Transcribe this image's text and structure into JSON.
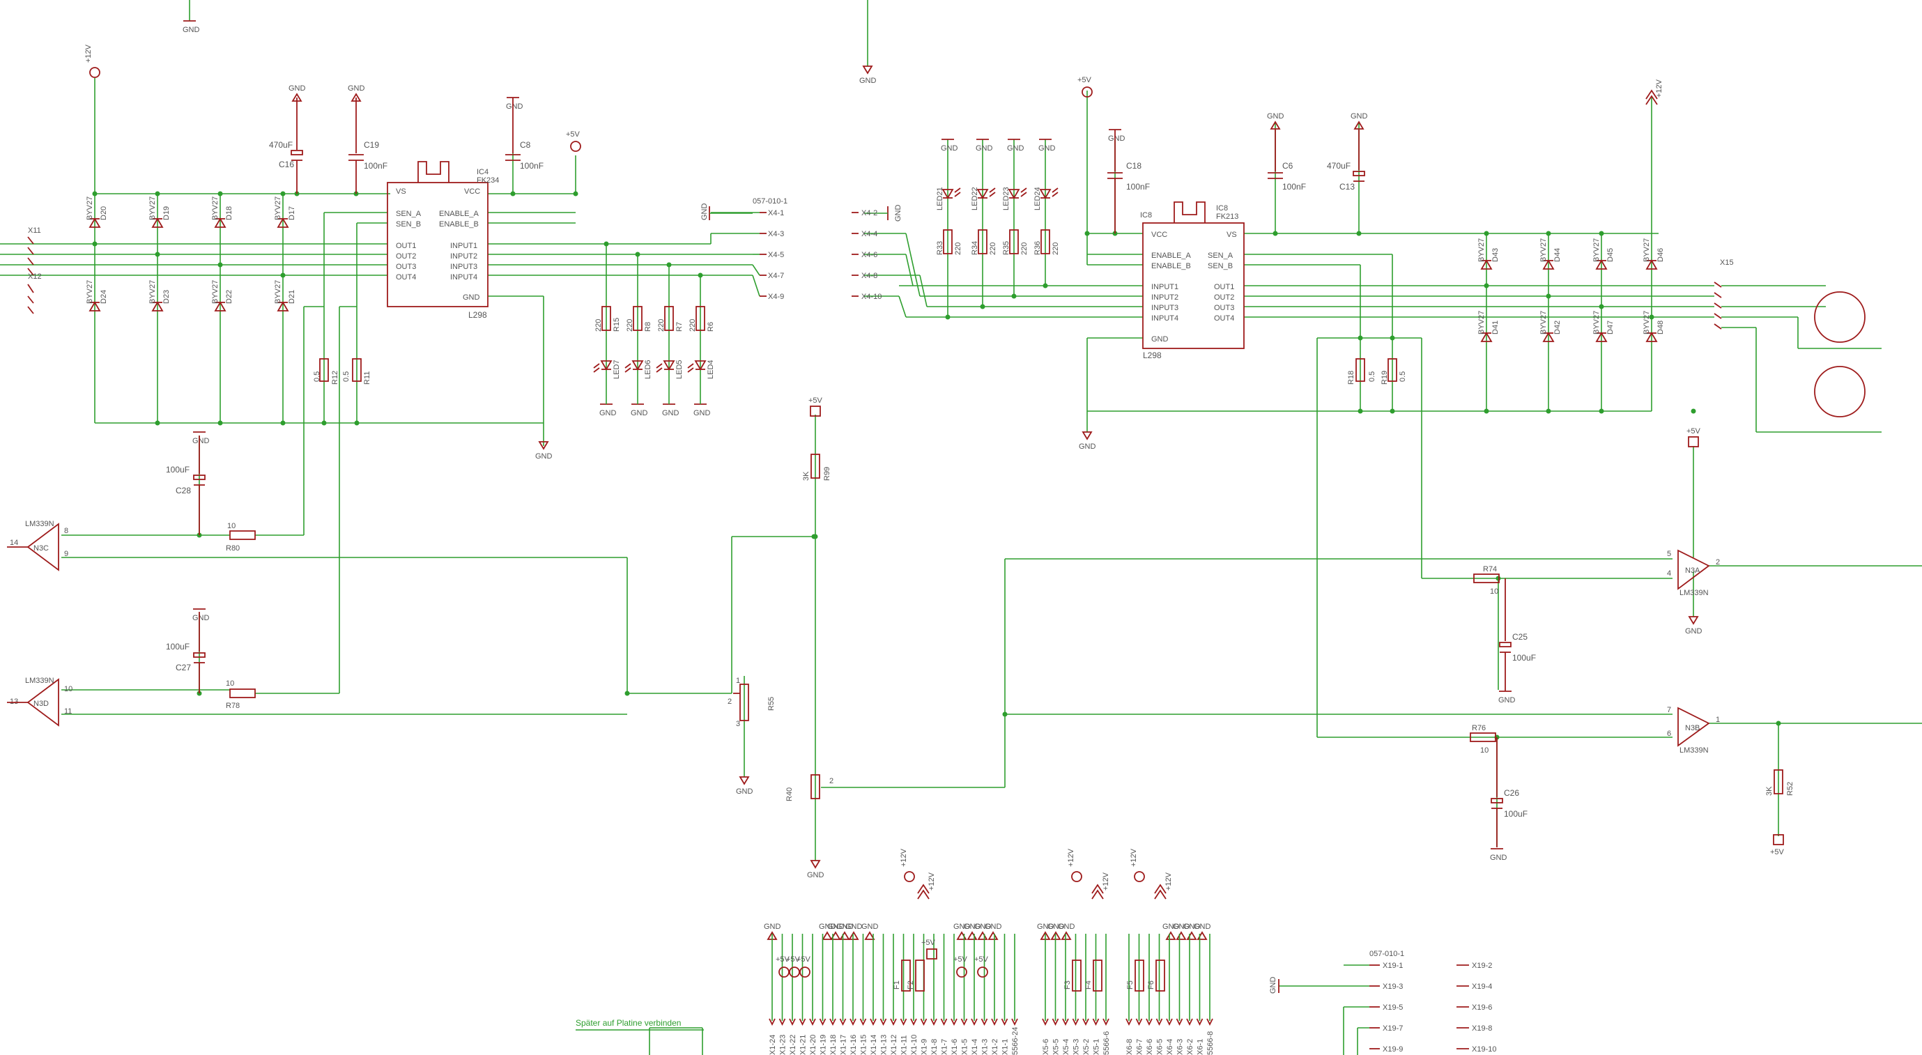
{
  "schematic": {
    "ic_left": {
      "label": "L298",
      "ref": "IC4",
      "footprint": "FK234",
      "pins_left": [
        "VS",
        "SEN_A",
        "SEN_B",
        "OUT1",
        "OUT2",
        "OUT3",
        "OUT4"
      ],
      "pins_right": [
        "VCC",
        "ENABLE_A",
        "ENABLE_B",
        "INPUT1",
        "INPUT2",
        "INPUT3",
        "INPUT4",
        "GND"
      ]
    },
    "ic_right": {
      "label": "L298",
      "ref": "IC8",
      "footprint": "FK213",
      "pins_left": [
        "VCC",
        "ENABLE_A",
        "ENABLE_B",
        "INPUT1",
        "INPUT2",
        "INPUT3",
        "INPUT4",
        "GND"
      ],
      "pins_right": [
        "VS",
        "SEN_A",
        "SEN_B",
        "OUT1",
        "OUT2",
        "OUT3",
        "OUT4"
      ]
    },
    "comparators": [
      {
        "ref": "N3C",
        "part": "LM339N"
      },
      {
        "ref": "N3D",
        "part": "LM339N"
      },
      {
        "ref": "N3A",
        "part": "LM339N"
      },
      {
        "ref": "N3B",
        "part": "LM339N"
      }
    ],
    "diodes_left_top": [
      {
        "ref": "D20",
        "part": "BYV27"
      },
      {
        "ref": "D19",
        "part": "BYV27"
      },
      {
        "ref": "D18",
        "part": "BYV27"
      },
      {
        "ref": "D17",
        "part": "BYV27"
      }
    ],
    "diodes_left_bottom": [
      {
        "ref": "D24",
        "part": "BYV27"
      },
      {
        "ref": "D23",
        "part": "BYV27"
      },
      {
        "ref": "D22",
        "part": "BYV27"
      },
      {
        "ref": "D21",
        "part": "BYV27"
      }
    ],
    "diodes_right_top": [
      {
        "ref": "D43",
        "part": "BYV27"
      },
      {
        "ref": "D44",
        "part": "BYV27"
      },
      {
        "ref": "D45",
        "part": "BYV27"
      },
      {
        "ref": "D46",
        "part": "BYV27"
      }
    ],
    "diodes_right_bottom": [
      {
        "ref": "D41",
        "part": "BYV27"
      },
      {
        "ref": "D42",
        "part": "BYV27"
      },
      {
        "ref": "D47",
        "part": "BYV27"
      },
      {
        "ref": "D48",
        "part": "BYV27"
      }
    ],
    "resistors_led_left": [
      {
        "ref": "R15",
        "value": "220"
      },
      {
        "ref": "R8",
        "value": "220"
      },
      {
        "ref": "R7",
        "value": "220"
      },
      {
        "ref": "R6",
        "value": "220"
      }
    ],
    "leds_left": [
      "LED7",
      "LED6",
      "LED5",
      "LED4"
    ],
    "resistors_led_right": [
      {
        "ref": "R33",
        "value": "220"
      },
      {
        "ref": "R34",
        "value": "220"
      },
      {
        "ref": "R35",
        "value": "220"
      },
      {
        "ref": "R36",
        "value": "220"
      }
    ],
    "leds_right": [
      "LED21",
      "LED22",
      "LED23",
      "LED24"
    ],
    "caps": {
      "c16": {
        "ref": "C16",
        "value": "470uF"
      },
      "c19": {
        "ref": "C19",
        "value": "100nF"
      },
      "c8": {
        "ref": "C8",
        "value": "100nF"
      },
      "c28": {
        "ref": "C28",
        "value": "100uF"
      },
      "c27": {
        "ref": "C27",
        "value": "100uF"
      },
      "c18": {
        "ref": "C18",
        "value": "100nF"
      },
      "c6": {
        "ref": "C6",
        "value": "100nF"
      },
      "c13": {
        "ref": "C13",
        "value": "470uF"
      },
      "c25": {
        "ref": "C25",
        "value": "100uF"
      },
      "c26": {
        "ref": "C26",
        "value": "100uF"
      }
    },
    "resistors": {
      "r12": {
        "ref": "R12",
        "value": "0.5"
      },
      "r11": {
        "ref": "R11",
        "value": "0.5"
      },
      "r18": {
        "ref": "R18",
        "value": "0.5"
      },
      "r19": {
        "ref": "R19",
        "value": "0.5"
      },
      "r80": {
        "ref": "R80",
        "value": "10"
      },
      "r78": {
        "ref": "R78",
        "value": "10"
      },
      "r74": {
        "ref": "R74",
        "value": "10"
      },
      "r76": {
        "ref": "R76",
        "value": "10"
      },
      "r99": {
        "ref": "R99",
        "value": "3K"
      },
      "r52": {
        "ref": "R52",
        "value": "3K"
      },
      "r55": {
        "ref": "R55"
      },
      "r40": {
        "ref": "R40"
      }
    },
    "connectors": {
      "x11": "X11",
      "x12": "X12",
      "x15": "X15",
      "x4_part": "057-010-1",
      "x4_left": [
        "X4-1",
        "X4-3",
        "X4-5",
        "X4-7",
        "X4-9"
      ],
      "x4_right": [
        "X4-2",
        "X4-4",
        "X4-6",
        "X4-8",
        "X4-10"
      ],
      "x19_part": "057-010-1",
      "x19_left": [
        "X19-1",
        "X19-3",
        "X19-5",
        "X19-7",
        "X19-9"
      ],
      "x19_right": [
        "X19-2",
        "X19-4",
        "X19-6",
        "X19-8",
        "X19-10"
      ],
      "bottom_group1": [
        "X1-24",
        "X1-23",
        "X1-22",
        "X1-21",
        "X1-20",
        "X1-19",
        "X1-18",
        "X1-17",
        "X1-16",
        "X1-15",
        "X1-14",
        "X1-13",
        "X1-12",
        "X1-11",
        "X1-10",
        "X1-9",
        "X1-8",
        "X1-7",
        "X1-6",
        "X1-5",
        "X1-4",
        "X1-3",
        "X1-2",
        "X1-1",
        "5566-24"
      ],
      "bottom_group2": [
        "X5-6",
        "X5-5",
        "X5-4",
        "X5-3",
        "X5-2",
        "X5-1",
        "5566-6"
      ],
      "bottom_group3": [
        "X6-8",
        "X6-7",
        "X6-6",
        "X6-5",
        "X6-4",
        "X6-3",
        "X6-2",
        "X6-1",
        "5566-8"
      ]
    },
    "fuses": [
      "F1",
      "F2",
      "F3",
      "F4",
      "F5",
      "F6"
    ],
    "power": {
      "gnd": "GND",
      "p12": "+12V",
      "p5": "+5V"
    },
    "numbers": {
      "pin14": "14",
      "pin13": "13",
      "pin8": "8",
      "pin9": "9",
      "pin10": "10",
      "pin11": "11",
      "pin5": "5",
      "pin4": "4",
      "pin2": "2",
      "pin7": "7",
      "pin6": "6",
      "pin1": "1",
      "pot1": "1",
      "pot2": "2",
      "pot3": "3"
    },
    "note": "Später auf Platine verbinden"
  }
}
